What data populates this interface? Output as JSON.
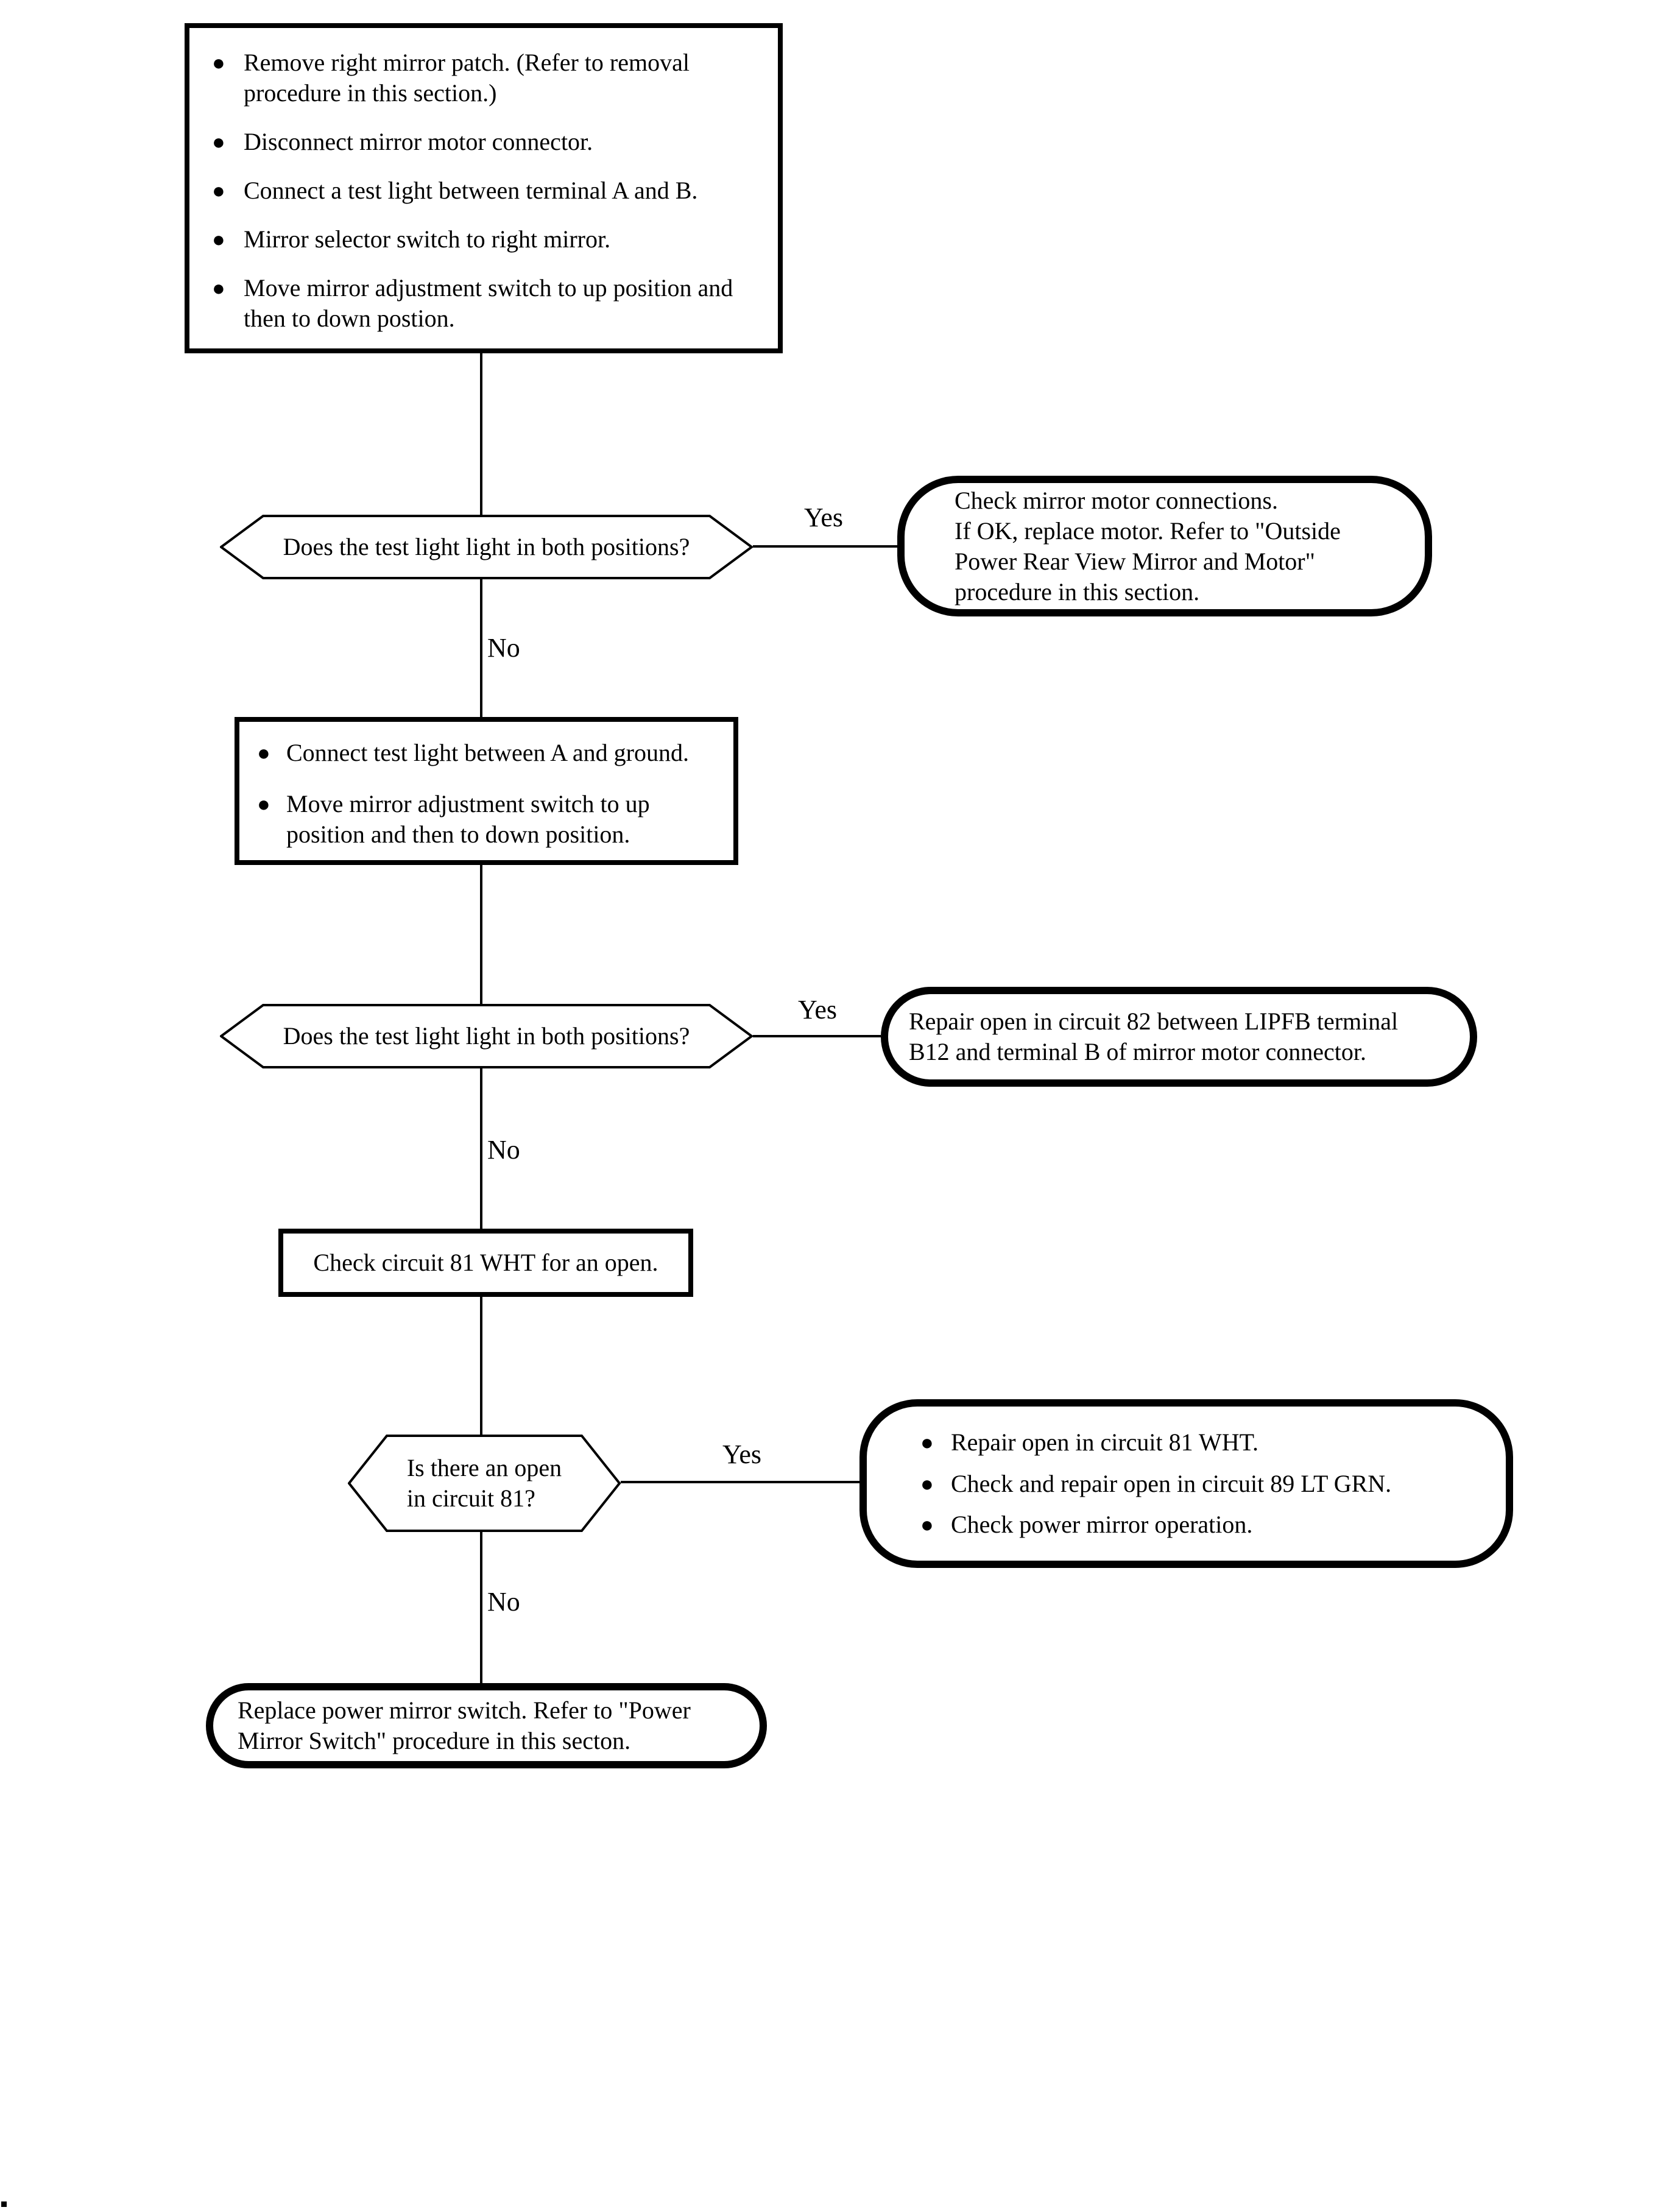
{
  "page": {
    "background_color": "#ffffff",
    "ink_color": "#000000"
  },
  "labels": {
    "yes": "Yes",
    "no": "No"
  },
  "flowchart": {
    "start": {
      "bullets": [
        "Remove right mirror patch. (Refer to removal\nprocedure in this section.)",
        "Disconnect mirror motor connector.",
        "Connect a test light between terminal A and B.",
        "Mirror selector switch to right mirror.",
        "Move mirror adjustment switch to up position and\nthen to down postion."
      ]
    },
    "decision1": {
      "question": "Does the test light light in both positions?"
    },
    "yes1": {
      "text": "Check mirror motor connections.\nIf OK, replace motor. Refer to \"Outside\nPower Rear View Mirror and Motor\"\nprocedure in this section."
    },
    "step2": {
      "bullets": [
        "Connect test light between A and ground.",
        "Move mirror adjustment switch to up\nposition and then to down position."
      ]
    },
    "decision2": {
      "question": "Does the test light light in both positions?"
    },
    "yes2": {
      "text": "Repair open in circuit 82 between LIPFB terminal\nB12 and terminal B of mirror motor connector."
    },
    "step3": {
      "text": "Check circuit 81 WHT for an open."
    },
    "decision3": {
      "question": "Is there an open\nin circuit 81?"
    },
    "yes3": {
      "bullets": [
        "Repair open in circuit 81 WHT.",
        "Check and repair open in circuit 89 LT GRN.",
        "Check power mirror operation."
      ]
    },
    "end": {
      "text": "Replace power mirror switch. Refer to \"Power\nMirror Switch\" procedure in this secton."
    }
  }
}
